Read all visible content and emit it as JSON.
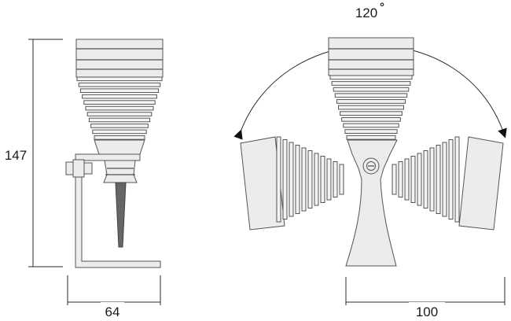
{
  "dimensions": {
    "height": "147",
    "base_width": "64",
    "span_width": "100",
    "rotation_angle": "120",
    "rotation_unit": "°"
  }
}
